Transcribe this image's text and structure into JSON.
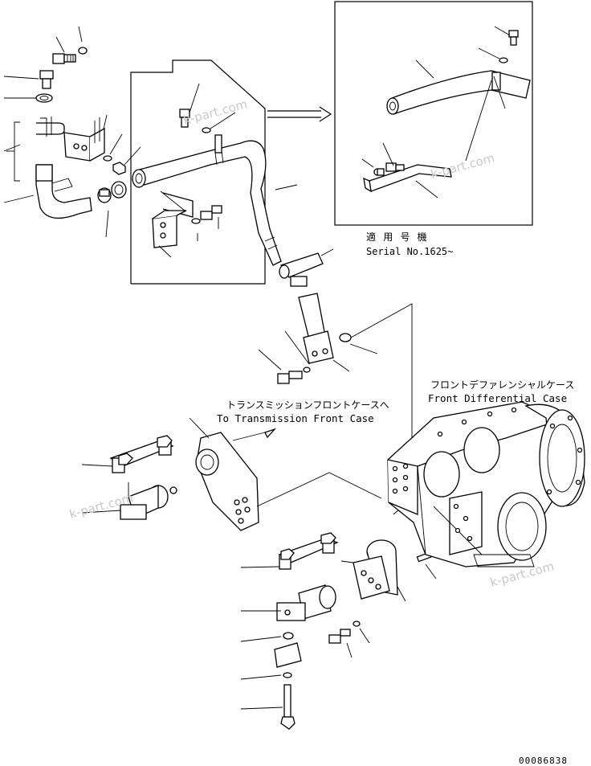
{
  "serial_note": {
    "jp": "適 用 号 機",
    "en": "Serial No.1625~"
  },
  "transmission_label": {
    "jp": "トランスミッションフロントケースへ",
    "en": "To Transmission Front Case"
  },
  "differential_label": {
    "jp": "フロントデファレンシャルケース",
    "en": "Front Differential Case"
  },
  "watermark": "k-part.com",
  "drawing_number": "00086838"
}
